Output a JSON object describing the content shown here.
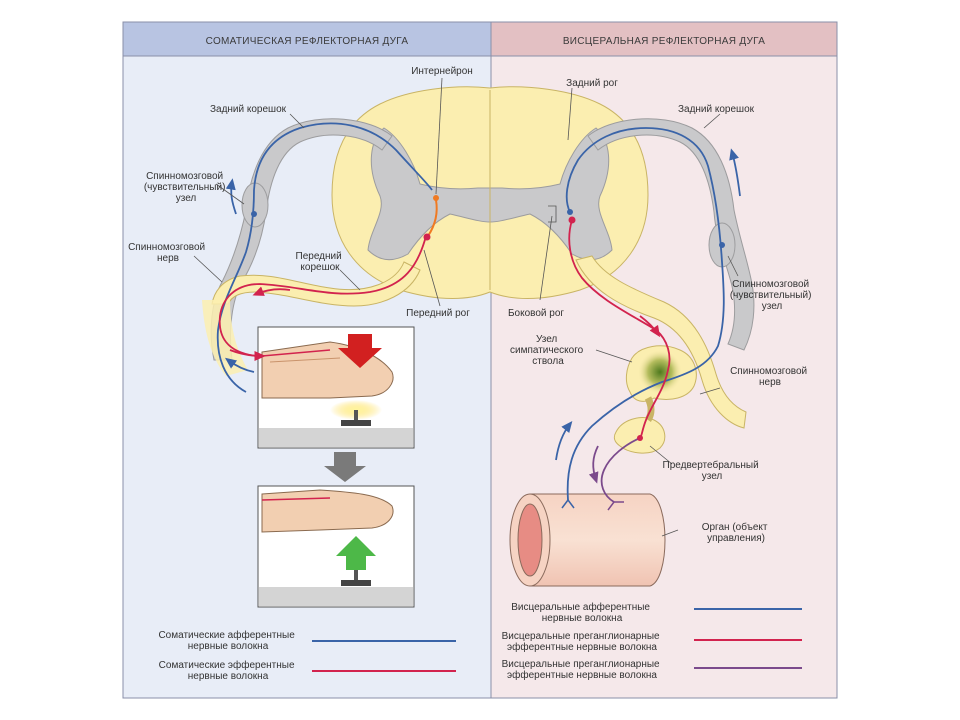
{
  "headers": {
    "somatic": "СОМАТИЧЕСКАЯ РЕФЛЕКТОРНАЯ ДУГА",
    "visceral": "ВИСЦЕРАЛЬНАЯ РЕФЛЕКТОРНАЯ ДУГА"
  },
  "labels": {
    "interneuron": "Интернейрон",
    "dorsal_horn": "Задний рог",
    "dorsal_root_left": "Задний корешок",
    "dorsal_root_right": "Задний корешок",
    "spinal_ganglion_left": [
      "Спинномозговой",
      "(чувствительный)",
      "узел"
    ],
    "spinal_nerve_left": [
      "Спинномозговой",
      "нерв"
    ],
    "ventral_root": [
      "Передний",
      "корешок"
    ],
    "ventral_horn": "Передний рог",
    "lateral_horn": "Боковой рог",
    "spinal_ganglion_right": [
      "Спинномозговой",
      "(чувствительный)",
      "узел"
    ],
    "sympathetic_ganglion": [
      "Узел",
      "симпатического",
      "ствола"
    ],
    "spinal_nerve_right": [
      "Спинномозговой",
      "нерв"
    ],
    "prevertebral_ganglion": [
      "Предвертебральный",
      "узел"
    ],
    "organ": [
      "Орган (объект",
      "управления)"
    ]
  },
  "legend": {
    "somatic": [
      {
        "lines": [
          "Соматические афферентные",
          "нервные волокна"
        ],
        "color": "#3a64a8"
      },
      {
        "lines": [
          "Соматические эфферентные",
          "нервные  волокна"
        ],
        "color": "#d2234e"
      }
    ],
    "visceral": [
      {
        "lines": [
          "Висцеральные афферентные",
          "нервные  волокна"
        ],
        "color": "#3a64a8"
      },
      {
        "lines": [
          "Висцеральные преганглионарные",
          "эфферентные нервные волокна"
        ],
        "color": "#d2234e"
      },
      {
        "lines": [
          "Висцеральные преганглионарные",
          "эфферентные нервные волокна"
        ],
        "color": "#7b4a8c"
      }
    ]
  },
  "colors": {
    "afferent": "#3a64a8",
    "efferent": "#d2234e",
    "preganglionic": "#7b4a8c",
    "interneuron": "#f07a22",
    "white_matter": "#fbeeb0",
    "gray_matter": "#c9c9cb",
    "somatic_header": "#b8c4e2",
    "visceral_header": "#e3c0c3",
    "somatic_panel": "#e8edf7",
    "visceral_panel": "#f5e8ea"
  }
}
